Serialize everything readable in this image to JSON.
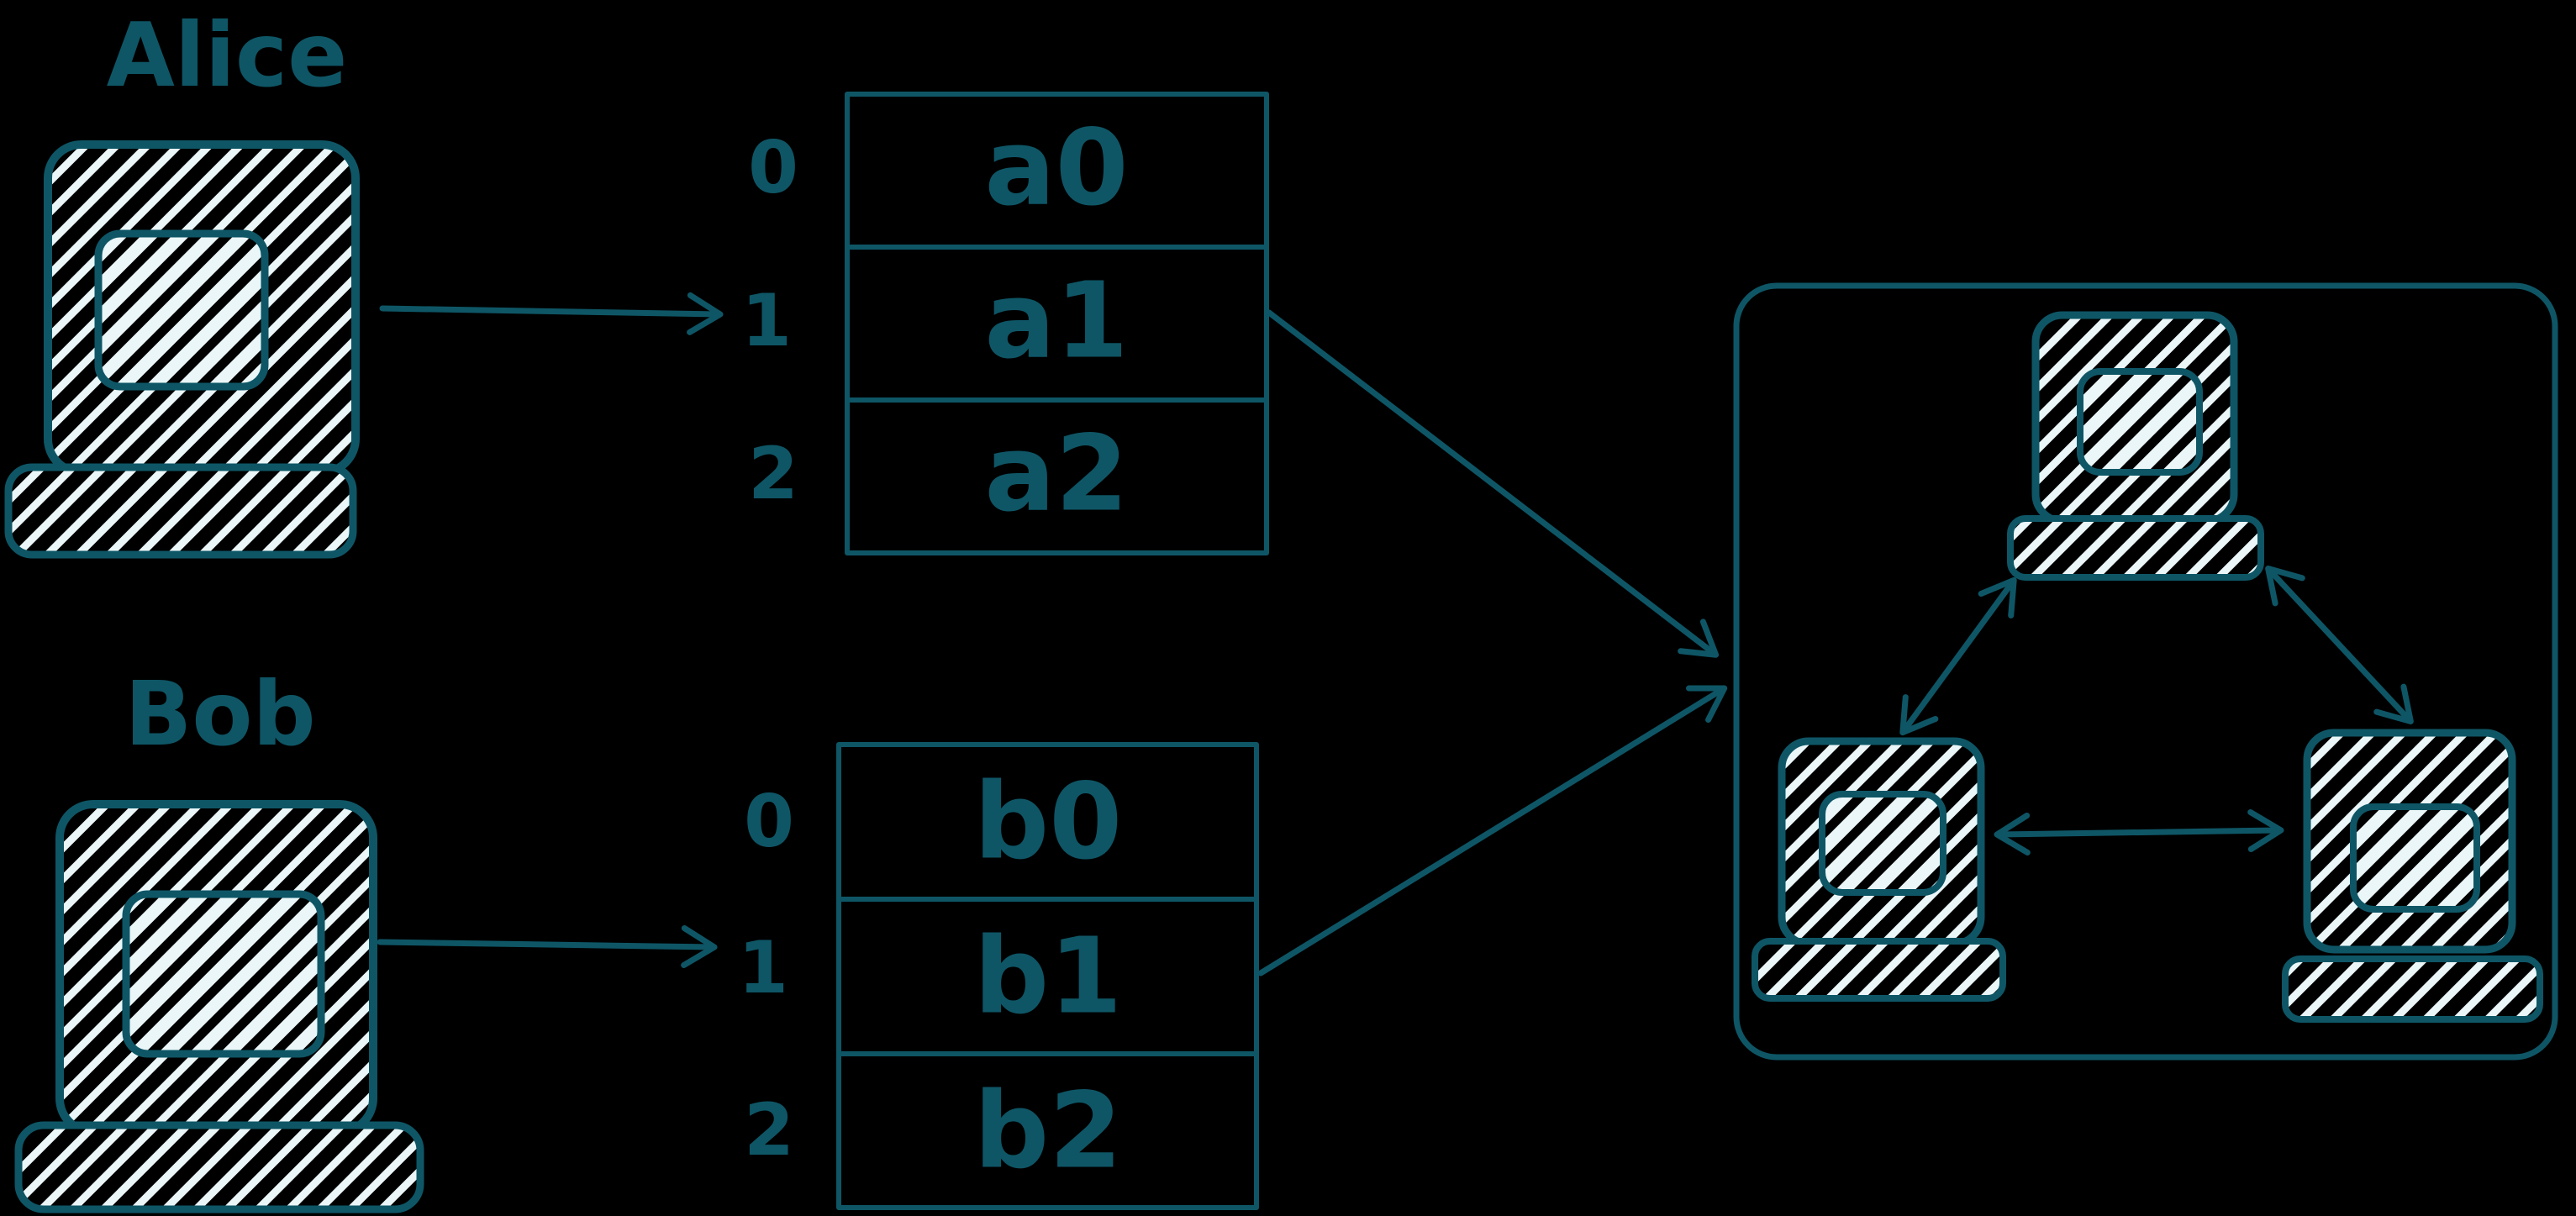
{
  "colors": {
    "background": "#000000",
    "stroke": "#0e5666",
    "hatch_fill": "#eaf6f8"
  },
  "alice": {
    "label": "Alice",
    "rows": [
      {
        "index": "0",
        "value": "a0"
      },
      {
        "index": "1",
        "value": "a1"
      },
      {
        "index": "2",
        "value": "a2"
      }
    ]
  },
  "bob": {
    "label": "Bob",
    "rows": [
      {
        "index": "0",
        "value": "b0"
      },
      {
        "index": "1",
        "value": "b1"
      },
      {
        "index": "2",
        "value": "b2"
      }
    ]
  }
}
